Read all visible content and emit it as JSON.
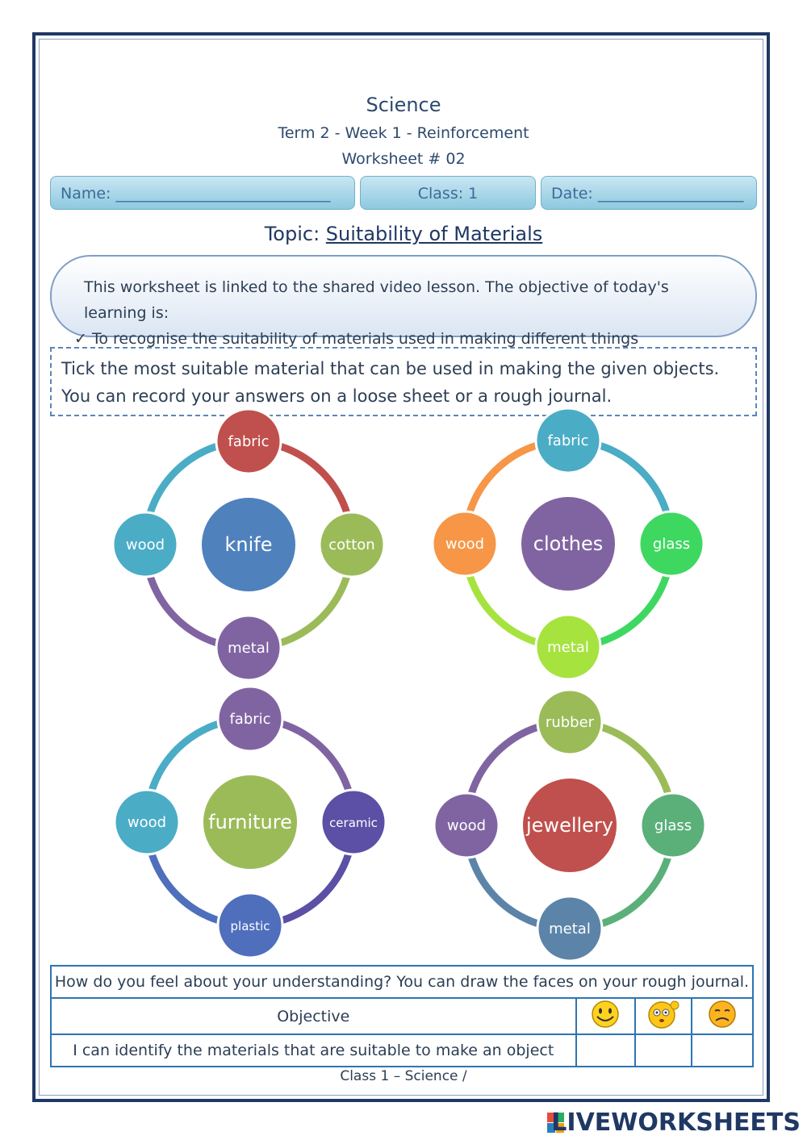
{
  "header": {
    "subject": "Science",
    "term": "Term 2 - Week 1 - Reinforcement",
    "worksheet": "Worksheet # 02"
  },
  "info_bar": {
    "name": "Name: ____________________________",
    "class": "Class: 1",
    "date": "Date: ___________________"
  },
  "topic": {
    "label": "Topic: ",
    "title": "Suitability of Materials"
  },
  "objective": {
    "line1": "This worksheet is linked to the shared video lesson. The objective of today's learning is:",
    "line2": "✓ To recognise the suitability of materials used in making different things"
  },
  "instruction": "Tick the most suitable material that can be used in making the given objects. You can record your answers on a loose sheet or a rough journal.",
  "wheels": [
    {
      "center": "knife",
      "top": "fabric",
      "right": "cotton",
      "bottom": "metal",
      "left": "wood",
      "colors": {
        "center": "#4f81bd",
        "top": "#c0504d",
        "right": "#9bbb59",
        "bottom": "#8064a2",
        "left": "#4bacc6"
      }
    },
    {
      "center": "clothes",
      "top": "fabric",
      "right": "glass",
      "bottom": "metal",
      "left": "wood",
      "colors": {
        "center": "#8064a2",
        "top": "#4bacc6",
        "right": "#3ed861",
        "bottom": "#a6e33f",
        "left": "#f79646"
      }
    },
    {
      "center": "furniture",
      "top": "fabric",
      "right": "ceramic",
      "bottom": "plastic",
      "left": "wood",
      "colors": {
        "center": "#9bbb59",
        "top": "#8064a2",
        "right": "#5b4fa6",
        "bottom": "#4f6fbd",
        "left": "#4bacc6"
      }
    },
    {
      "center": "jewellery",
      "top": "rubber",
      "right": "glass",
      "bottom": "metal",
      "left": "wood",
      "colors": {
        "center": "#c0504d",
        "top": "#9bbb59",
        "right": "#5bb07a",
        "bottom": "#5b84a8",
        "left": "#8064a2"
      }
    }
  ],
  "feelings": {
    "question": "How do you feel about your understanding? You can draw the faces on your rough journal.",
    "objective_header": "Objective",
    "objective_row": "I can identify the materials that are suitable to make an object",
    "faces": [
      "happy-face-icon",
      "confused-face-icon",
      "sad-face-icon"
    ]
  },
  "footer": "Class 1 – Science /",
  "brand": "LIVEWORKSHEETS"
}
